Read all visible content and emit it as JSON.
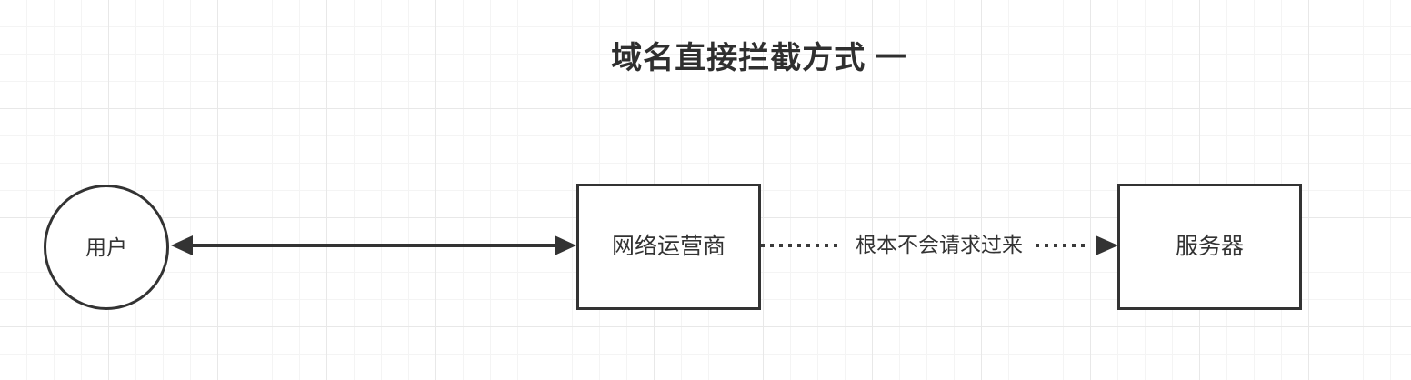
{
  "diagram": {
    "title": "域名直接拦截方式 一",
    "nodes": [
      {
        "id": "user",
        "label": "用户",
        "shape": "ellipse"
      },
      {
        "id": "isp",
        "label": "网络运营商",
        "shape": "rectangle"
      },
      {
        "id": "server",
        "label": "服务器",
        "shape": "rectangle"
      }
    ],
    "edges": [
      {
        "id": "user-isp",
        "from": "用户",
        "to": "网络运营商",
        "label": "",
        "style": "solid",
        "direction": "bidirectional"
      },
      {
        "id": "isp-server",
        "from": "网络运营商",
        "to": "服务器",
        "label": "根本不会请求过来",
        "style": "dotted",
        "direction": "forward"
      }
    ],
    "colors": {
      "stroke": "#333333",
      "text": "#333333",
      "background": "#ffffff",
      "grid_minor": "#f4f4f4",
      "grid_major": "#e8e8e8"
    }
  }
}
